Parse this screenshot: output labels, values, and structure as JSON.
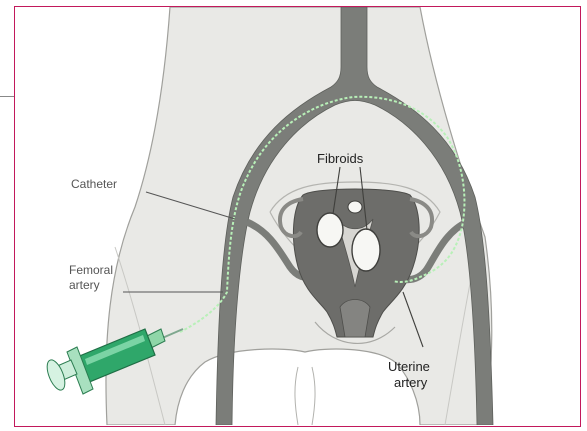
{
  "labels": {
    "fibroids": "Fibroids",
    "catheter": "Catheter",
    "femoral_line1": "Femoral",
    "femoral_line2": "artery",
    "uterine_line1": "Uterine",
    "uterine_line2": "artery"
  },
  "colors": {
    "frame": "#c2185b",
    "body": "#e9e9e6",
    "outline": "#9a9a96",
    "vessel": "#7b7d79",
    "catheter": "#b8f0b8",
    "uterus": "#6d6d6a",
    "fibroid": "#f7f7f4",
    "syringe": "#2fa76a"
  }
}
